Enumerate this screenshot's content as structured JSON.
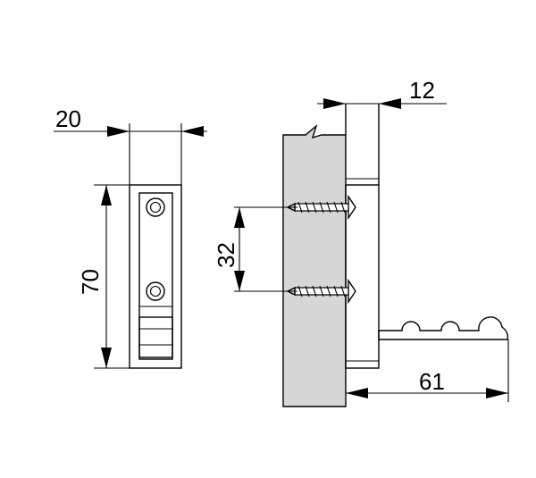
{
  "dimensions": {
    "top_width": "20",
    "height": "70",
    "screw_spacing": "32",
    "plate_thickness": "12",
    "depth": "61"
  },
  "colors": {
    "line": "#000000",
    "panel_fill": "#d6d6d6",
    "background": "#ffffff"
  }
}
